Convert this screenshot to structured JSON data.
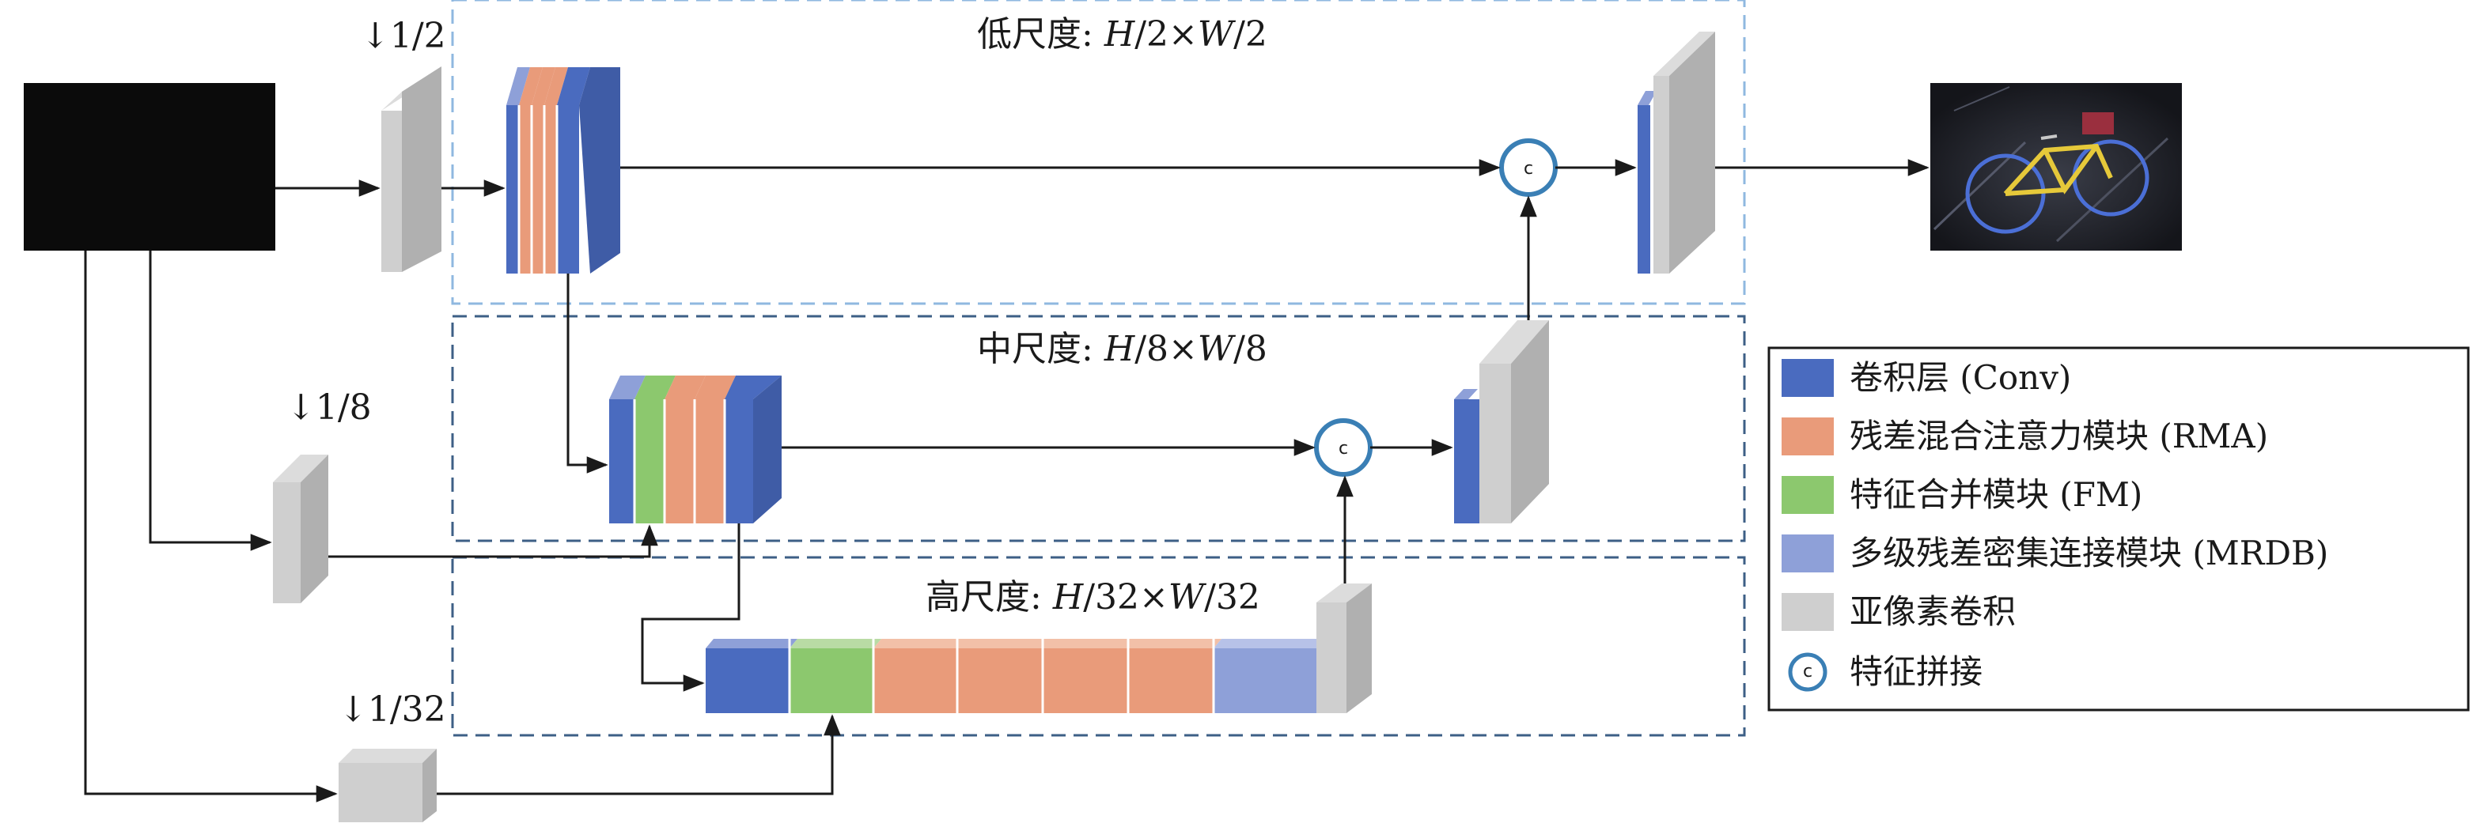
{
  "stages": {
    "low": {
      "name": "低尺度: ",
      "H": "H",
      "mid": "/2×",
      "W": "W",
      "tail": "/2"
    },
    "mid": {
      "name": "中尺度: ",
      "H": "H",
      "mid": "/8×",
      "W": "W",
      "tail": "/8"
    },
    "high": {
      "name": "高尺度: ",
      "H": "H",
      "mid": "/32×",
      "W": "W",
      "tail": "/32"
    }
  },
  "downsample": {
    "half": "↓1/2",
    "eighth": "↓1/8",
    "thirty_second": "↓1/32"
  },
  "legend": {
    "conv": "卷积层 (Conv)",
    "rma": "残差混合注意力模块 (RMA)",
    "fm": "特征合并模块 (FM)",
    "mrdb": "多级残差密集连接模块 (MRDB)",
    "subpixel": "亚像素卷积",
    "concat": "特征拼接"
  },
  "concat_symbol": "c",
  "colors": {
    "conv": "#4a6bbf",
    "rma": "#e99b7a",
    "fm": "#8cc86e",
    "mrdb": "#8ea0d8",
    "subpixel": "#cfcfcf",
    "low_box": "#8fb8e0",
    "mid_box": "#3d5f86",
    "concat_ring": "#3a7fb5"
  }
}
